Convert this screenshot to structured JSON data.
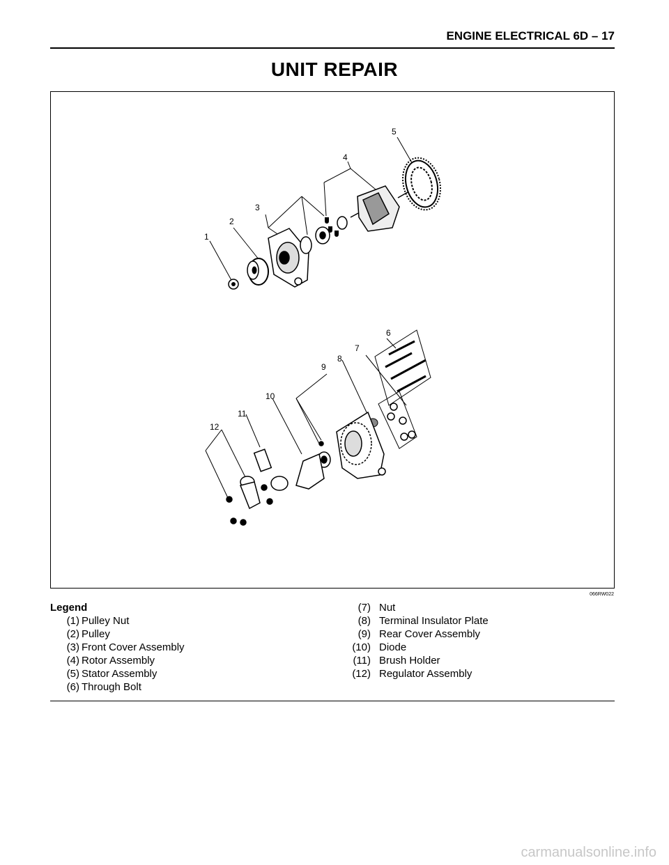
{
  "header": {
    "section_title": "ENGINE ELECTRICAL  6D – 17"
  },
  "page_title": "UNIT REPAIR",
  "figure": {
    "code": "066RW022",
    "callouts": [
      "1",
      "2",
      "3",
      "4",
      "5",
      "6",
      "7",
      "8",
      "9",
      "10",
      "11",
      "12"
    ]
  },
  "legend": {
    "title": "Legend",
    "left": [
      {
        "num": "(1)",
        "text": "Pulley Nut"
      },
      {
        "num": "(2)",
        "text": "Pulley"
      },
      {
        "num": "(3)",
        "text": "Front Cover Assembly"
      },
      {
        "num": "(4)",
        "text": "Rotor Assembly"
      },
      {
        "num": "(5)",
        "text": "Stator Assembly"
      },
      {
        "num": "(6)",
        "text": "Through Bolt"
      }
    ],
    "right": [
      {
        "num": "(7)",
        "text": "Nut"
      },
      {
        "num": "(8)",
        "text": "Terminal Insulator Plate"
      },
      {
        "num": "(9)",
        "text": "Rear Cover Assembly"
      },
      {
        "num": "(10)",
        "text": "Diode"
      },
      {
        "num": "(11)",
        "text": "Brush Holder"
      },
      {
        "num": "(12)",
        "text": "Regulator Assembly"
      }
    ]
  },
  "watermark": "carmanualsonline.info"
}
